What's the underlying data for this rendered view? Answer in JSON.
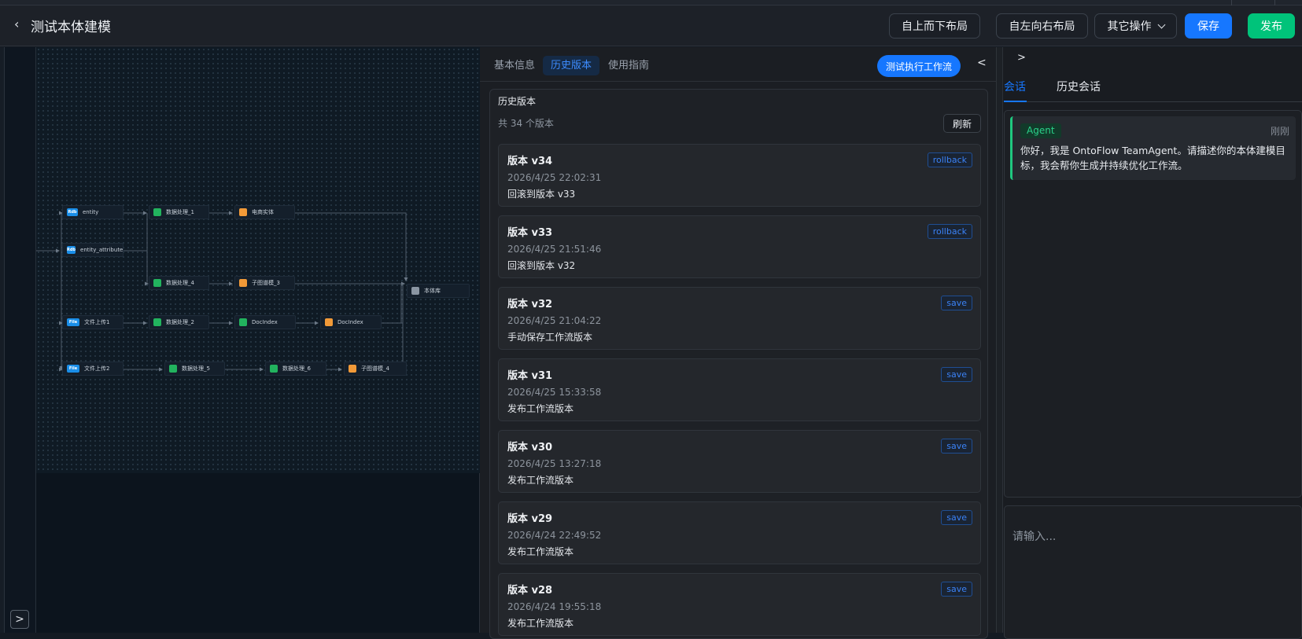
{
  "header": {
    "back_icon": "‹",
    "title": "测试本体建模",
    "buttons": {
      "layout_top_down": "自上而下布局",
      "layout_left_right": "自左向右布局",
      "other_ops": "其它操作",
      "save": "保存",
      "publish": "发布"
    }
  },
  "canvas": {
    "expand_label": ">",
    "nodes": [
      {
        "badge": "Rdb",
        "label": "entity",
        "kind": "db"
      },
      {
        "badge": "Rdb",
        "label": "entity_attribute",
        "kind": "db"
      },
      {
        "badge": "File",
        "label": "文件上传1",
        "kind": "file"
      },
      {
        "badge": "File",
        "label": "文件上传2",
        "kind": "file"
      },
      {
        "badge": "",
        "label": "数据处理_1",
        "kind": "proc"
      },
      {
        "badge": "",
        "label": "数据处理_4",
        "kind": "proc"
      },
      {
        "badge": "",
        "label": "数据处理_2",
        "kind": "proc"
      },
      {
        "badge": "",
        "label": "数据处理_5",
        "kind": "proc"
      },
      {
        "badge": "",
        "label": "电商实体",
        "kind": "sub"
      },
      {
        "badge": "",
        "label": "子图谱模_3",
        "kind": "sub"
      },
      {
        "badge": "",
        "label": "DocIndex",
        "kind": "proc"
      },
      {
        "badge": "",
        "label": "数据处理_6",
        "kind": "proc"
      },
      {
        "badge": "",
        "label": "DocIndex",
        "kind": "sub"
      },
      {
        "badge": "",
        "label": "子图谱模_4",
        "kind": "sub"
      },
      {
        "badge": "",
        "label": "本体库",
        "kind": "lib"
      }
    ]
  },
  "mid": {
    "tabs": [
      "基本信息",
      "历史版本",
      "使用指南"
    ],
    "active_tab": 1,
    "run_button": "测试执行工作流",
    "collapse_icon": "<",
    "history": {
      "title": "历史版本",
      "count_text": "共 34 个版本",
      "refresh": "刷新",
      "versions": [
        {
          "name": "版本 v34",
          "time": "2026/4/25 22:02:31",
          "desc": "回滚到版本 v33",
          "tag": "rollback"
        },
        {
          "name": "版本 v33",
          "time": "2026/4/25 21:51:46",
          "desc": "回滚到版本 v32",
          "tag": "rollback"
        },
        {
          "name": "版本 v32",
          "time": "2026/4/25 21:04:22",
          "desc": "手动保存工作流版本",
          "tag": "save"
        },
        {
          "name": "版本 v31",
          "time": "2026/4/25 15:33:58",
          "desc": "发布工作流版本",
          "tag": "save"
        },
        {
          "name": "版本 v30",
          "time": "2026/4/25 13:27:18",
          "desc": "发布工作流版本",
          "tag": "save"
        },
        {
          "name": "版本 v29",
          "time": "2026/4/24 22:49:52",
          "desc": "发布工作流版本",
          "tag": "save"
        },
        {
          "name": "版本 v28",
          "time": "2026/4/24 19:55:18",
          "desc": "发布工作流版本",
          "tag": "save"
        }
      ]
    }
  },
  "right": {
    "expand_icon": ">",
    "tabs": [
      "会话",
      "历史会话"
    ],
    "message": {
      "sender": "Agent",
      "time": "刚刚",
      "text": "你好，我是 OntoFlow TeamAgent。请描述你的本体建模目标，我会帮你生成并持续优化工作流。"
    },
    "input_placeholder": "请输入..."
  },
  "colors": {
    "primary": "#1677ff",
    "publish": "#00c37a",
    "agent": "#1fc77f"
  }
}
